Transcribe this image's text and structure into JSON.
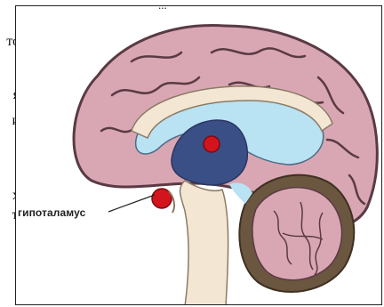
{
  "side_text": [
    "то",
    "я",
    "и",
    "х",
    "ъ"
  ],
  "top_fragment": "...",
  "label": {
    "hypothalamus": "гипоталамус"
  },
  "colors": {
    "brain": "#d9a7b4",
    "brain_outline": "#5a3a44",
    "ventricle_light": "#b9e2f2",
    "ventricle_dark": "#3a4f86",
    "corpus_callosum": "#f3e7d4",
    "cerebellum": "#6b5640",
    "red_dot": "#d4141c",
    "stem": "#f3e7d4"
  },
  "icons": [
    "brain-sagittal-illustration"
  ]
}
